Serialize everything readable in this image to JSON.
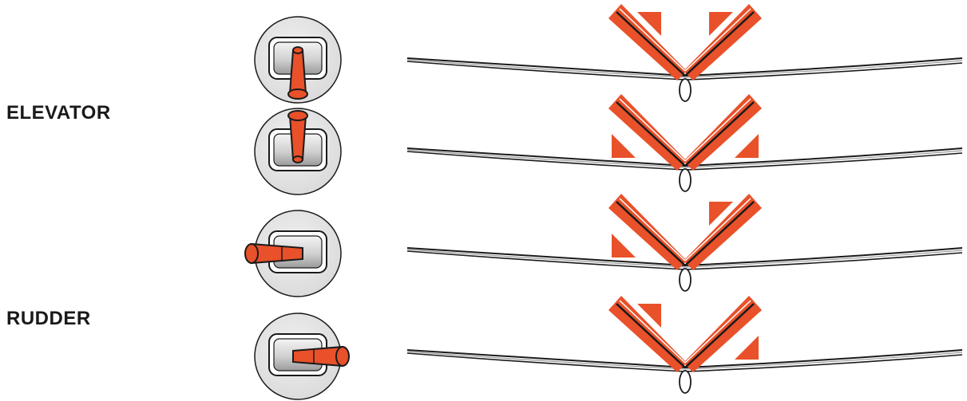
{
  "labels": {
    "elevator": "ELEVATOR",
    "rudder": "RUDDER"
  },
  "colors": {
    "accent": "#E8512A",
    "outline": "#1a1a1a",
    "gimbal_fill": "#e3e3e3",
    "slot_fill": "#d6d6d6"
  },
  "rows": [
    {
      "control": "elevator",
      "stick": "down",
      "left_surface": "down",
      "right_surface": "down"
    },
    {
      "control": "elevator",
      "stick": "up",
      "left_surface": "up",
      "right_surface": "up"
    },
    {
      "control": "rudder",
      "stick": "left",
      "left_surface": "up",
      "right_surface": "down"
    },
    {
      "control": "rudder",
      "stick": "right",
      "left_surface": "down",
      "right_surface": "up"
    }
  ]
}
